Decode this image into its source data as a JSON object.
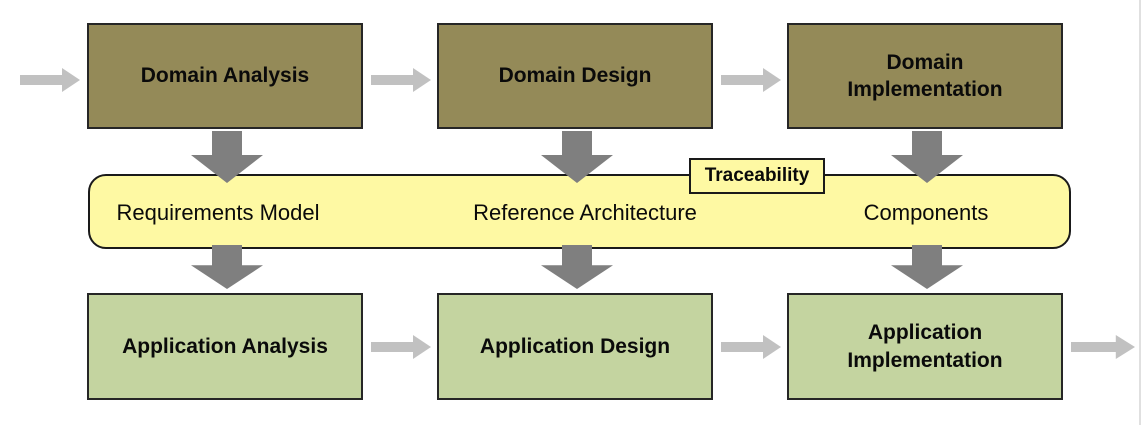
{
  "diagram": {
    "top_row": [
      {
        "label": "Domain Analysis"
      },
      {
        "label": "Domain Design"
      },
      {
        "label": "Domain Implementation"
      }
    ],
    "band": {
      "traceability": "Traceability",
      "items": [
        {
          "label": "Requirements Model"
        },
        {
          "label": "Reference Architecture"
        },
        {
          "label": "Components"
        }
      ]
    },
    "bottom_row": [
      {
        "label": "Application Analysis"
      },
      {
        "label": "Application Design"
      },
      {
        "label": "Application Implementation"
      }
    ]
  },
  "colors": {
    "domain_box_fill": "#948A58",
    "application_box_fill": "#C4D4A0",
    "band_fill": "#FEF9A3",
    "box_border": "#262626",
    "band_border": "#1a1a1a",
    "horizontal_arrow": "#C1C1C1",
    "vertical_arrow": "#7F7F7F",
    "page_edge": "#E0E0E0"
  }
}
